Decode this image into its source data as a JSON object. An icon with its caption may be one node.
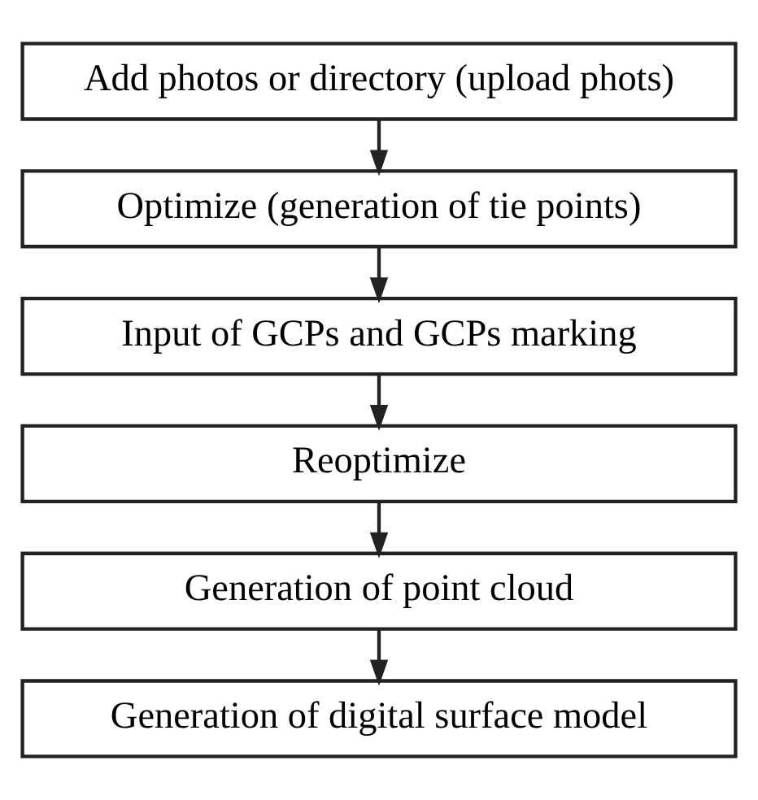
{
  "diagram": {
    "nodes": [
      {
        "text": [
          "Add photos or directory (upload phots)"
        ]
      },
      {
        "text": [
          "Optimize (generation of tie points)"
        ]
      },
      {
        "text": [
          "Input of GCPs and GCPs marking"
        ]
      },
      {
        "text": [
          "Reoptimize"
        ]
      },
      {
        "text": [
          "Generation of point cloud"
        ]
      },
      {
        "text": [
          "Generation of digital surface model"
        ]
      }
    ],
    "edges": [
      {
        "from": 0,
        "to": 1,
        "arrow": "to"
      },
      {
        "from": 1,
        "to": 2,
        "arrow": "to"
      },
      {
        "from": 2,
        "to": 3,
        "arrow": "to"
      },
      {
        "from": 3,
        "to": 4,
        "arrow": "to"
      },
      {
        "from": 4,
        "to": 5,
        "arrow": "to"
      }
    ]
  }
}
